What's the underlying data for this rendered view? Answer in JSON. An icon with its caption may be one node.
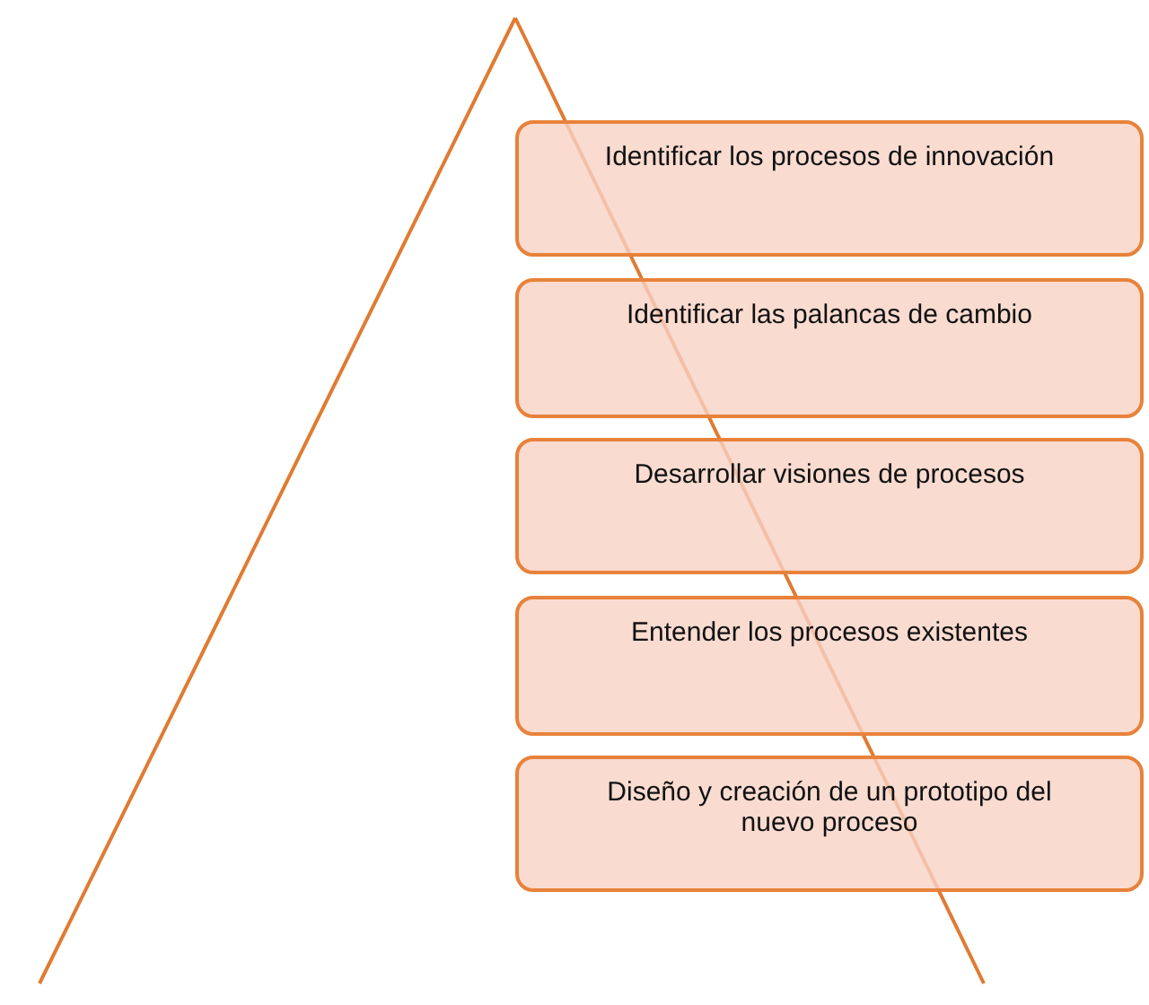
{
  "diagram": {
    "nodes": [
      {
        "text": [
          "Identificar los procesos de innovación"
        ]
      },
      {
        "text": [
          "Identificar las palancas de cambio"
        ]
      },
      {
        "text": [
          "Desarrollar visiones de procesos"
        ]
      },
      {
        "text": [
          "Entender los procesos existentes"
        ]
      },
      {
        "text": [
          "Diseño y creación de un prototipo del nuevo proceso"
        ]
      }
    ]
  }
}
